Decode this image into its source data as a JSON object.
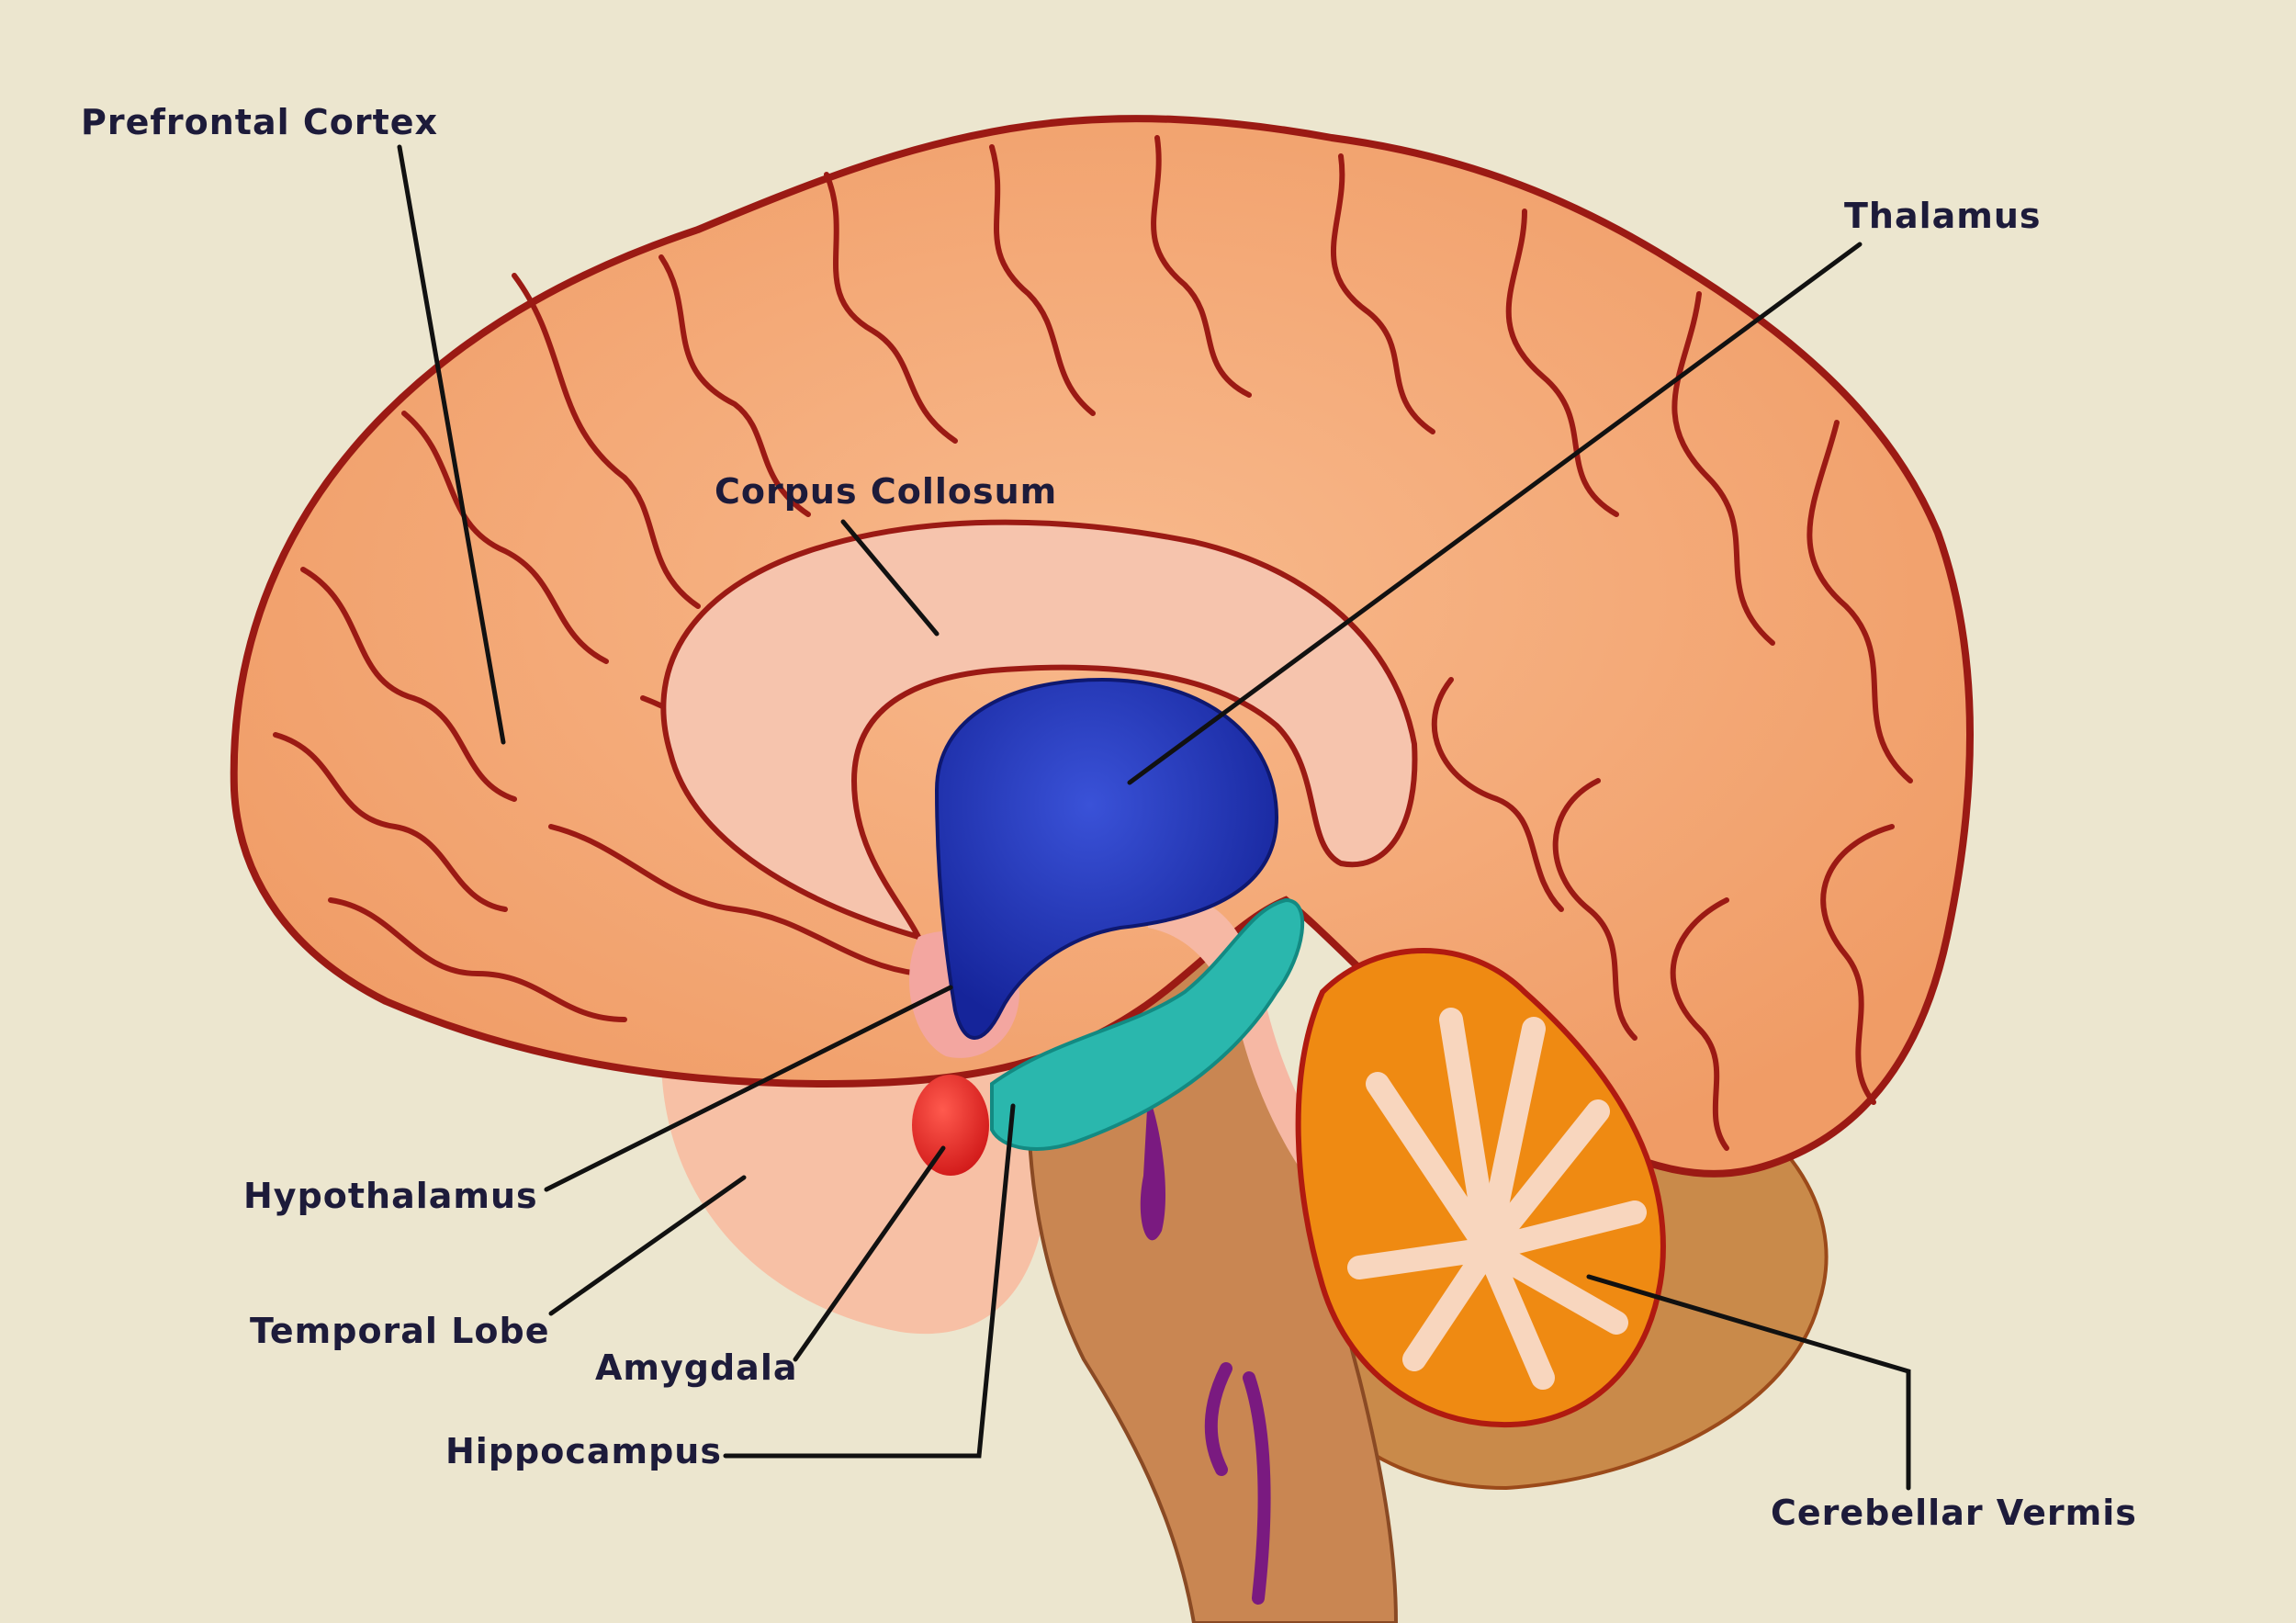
{
  "labels": {
    "prefrontal_cortex": "Prefrontal Cortex",
    "thalamus": "Thalamus",
    "corpus_collosum": "Corpus Collosum",
    "hypothalamus": "Hypothalamus",
    "temporal_lobe": "Temporal Lobe",
    "amygdala": "Amygdala",
    "hippocampus": "Hippocampus",
    "cerebellar_vermis": "Cerebellar Vermis"
  },
  "colors": {
    "background": "#ece6cf",
    "cortex": "#f4a878",
    "cortex_outline": "#9b1a14",
    "corpus_callosum": "#f6c4ad",
    "thalamus": "#233ab8",
    "hippocampus": "#2ab7ad",
    "amygdala": "#e62a2a",
    "brainstem": "#c98652",
    "cerebellum": "#ef8a12",
    "cerebellum_white": "#f8d6be",
    "label_text": "#1d1b3a"
  }
}
